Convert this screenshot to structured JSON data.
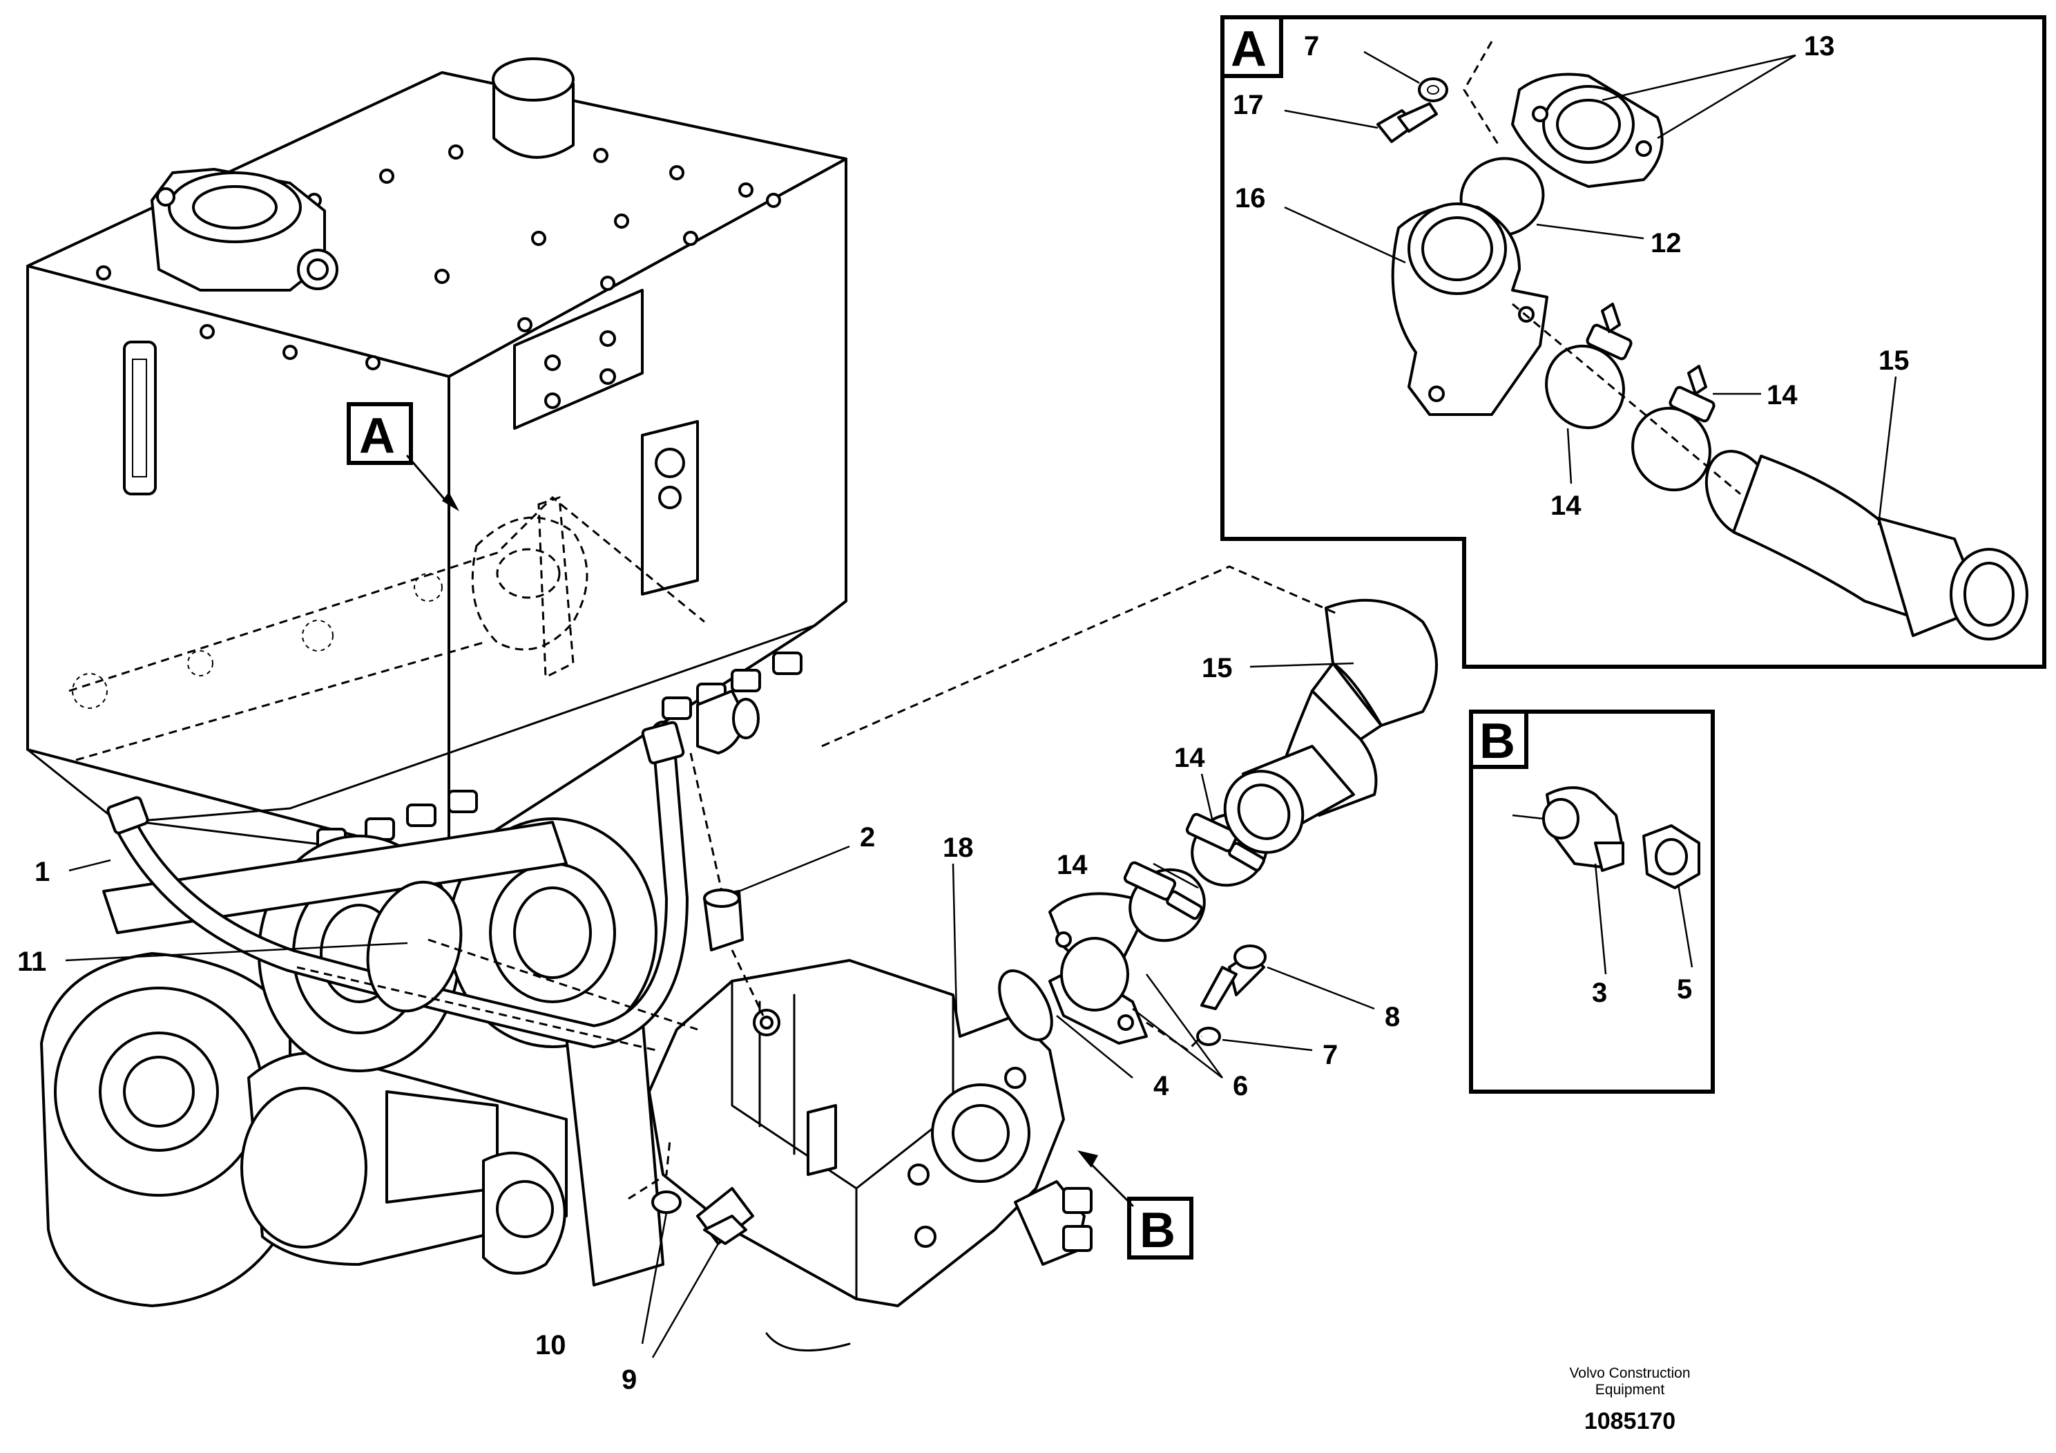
{
  "callouts": {
    "c1": "1",
    "c2": "2",
    "c4": "4",
    "c6": "6",
    "c7": "7",
    "c8": "8",
    "c9": "9",
    "c10": "10",
    "c11": "11",
    "c14a": "14",
    "c14b": "14",
    "c15": "15",
    "c18": "18"
  },
  "main_markers": {
    "a": "A",
    "b": "B"
  },
  "detail_a": {
    "title": "A",
    "callouts": {
      "c7": "7",
      "c17": "17",
      "c13": "13",
      "c16": "16",
      "c12": "12",
      "c14a": "14",
      "c14b": "14",
      "c15": "15"
    }
  },
  "detail_b": {
    "title": "B",
    "callouts": {
      "c3": "3",
      "c5": "5"
    }
  },
  "footer": {
    "caption_line1": "Volvo Construction",
    "caption_line2": "Equipment",
    "drawing_number": "1085170"
  }
}
